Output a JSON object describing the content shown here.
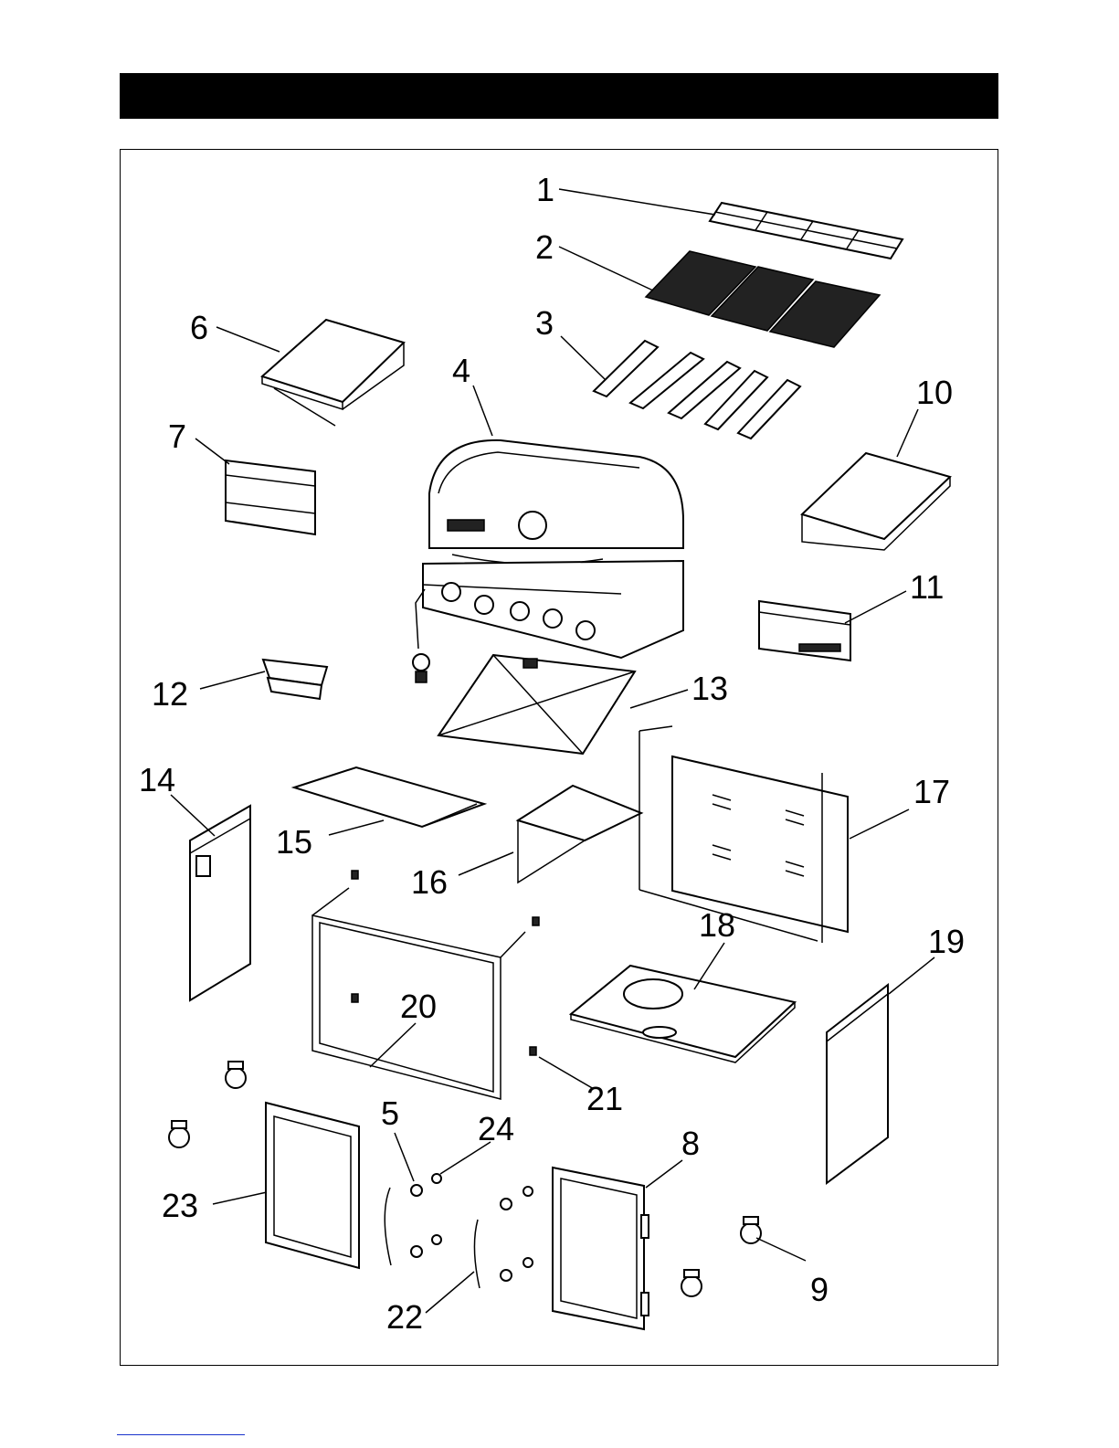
{
  "callouts": [
    {
      "id": "1",
      "label": "1"
    },
    {
      "id": "2",
      "label": "2"
    },
    {
      "id": "3",
      "label": "3"
    },
    {
      "id": "4",
      "label": "4"
    },
    {
      "id": "5",
      "label": "5"
    },
    {
      "id": "6",
      "label": "6"
    },
    {
      "id": "7",
      "label": "7"
    },
    {
      "id": "8",
      "label": "8"
    },
    {
      "id": "9",
      "label": "9"
    },
    {
      "id": "10",
      "label": "10"
    },
    {
      "id": "11",
      "label": "11"
    },
    {
      "id": "12",
      "label": "12"
    },
    {
      "id": "13",
      "label": "13"
    },
    {
      "id": "14",
      "label": "14"
    },
    {
      "id": "15",
      "label": "15"
    },
    {
      "id": "16",
      "label": "16"
    },
    {
      "id": "17",
      "label": "17"
    },
    {
      "id": "18",
      "label": "18"
    },
    {
      "id": "19",
      "label": "19"
    },
    {
      "id": "20",
      "label": "20"
    },
    {
      "id": "21",
      "label": "21"
    },
    {
      "id": "22",
      "label": "22"
    },
    {
      "id": "23",
      "label": "23"
    },
    {
      "id": "24",
      "label": "24"
    }
  ],
  "colors": {
    "header": "#000000",
    "line": "#000000",
    "link": "#1a33cc"
  }
}
